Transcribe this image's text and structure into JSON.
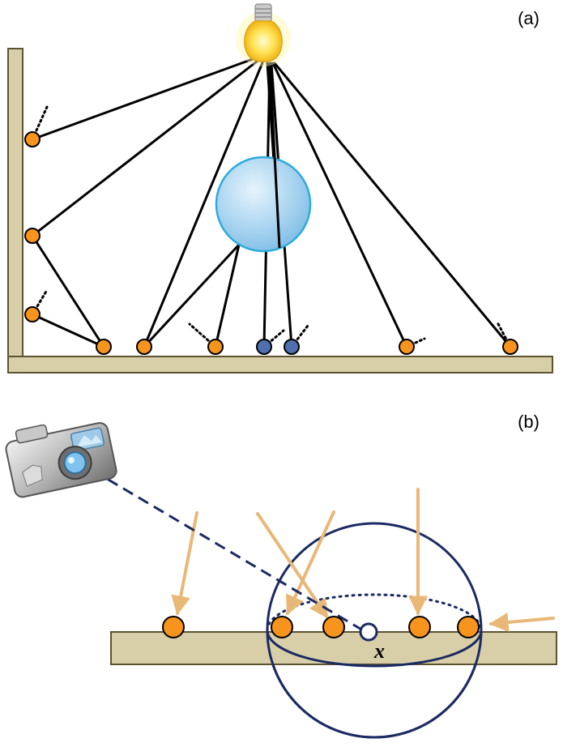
{
  "panel_a": {
    "label": "(a)",
    "icons": {
      "light": "light-bulb-icon",
      "occluder": "sphere-occluder"
    }
  },
  "panel_b": {
    "label": "(b)",
    "point_label": "x",
    "icons": {
      "camera": "camera-icon"
    }
  },
  "colors": {
    "orange_point": "#f7941d",
    "blue_point": "#4f6fae",
    "surface_fill": "#d8cfa8",
    "surface_stroke": "#5c5331",
    "ray_black": "#000000",
    "light_ray": "#e9b877",
    "hemisphere": "#1b2a63",
    "view_ray": "#1b2a63",
    "sphere_fill": "#a9d4f0",
    "sphere_stroke": "#2eaadc"
  }
}
